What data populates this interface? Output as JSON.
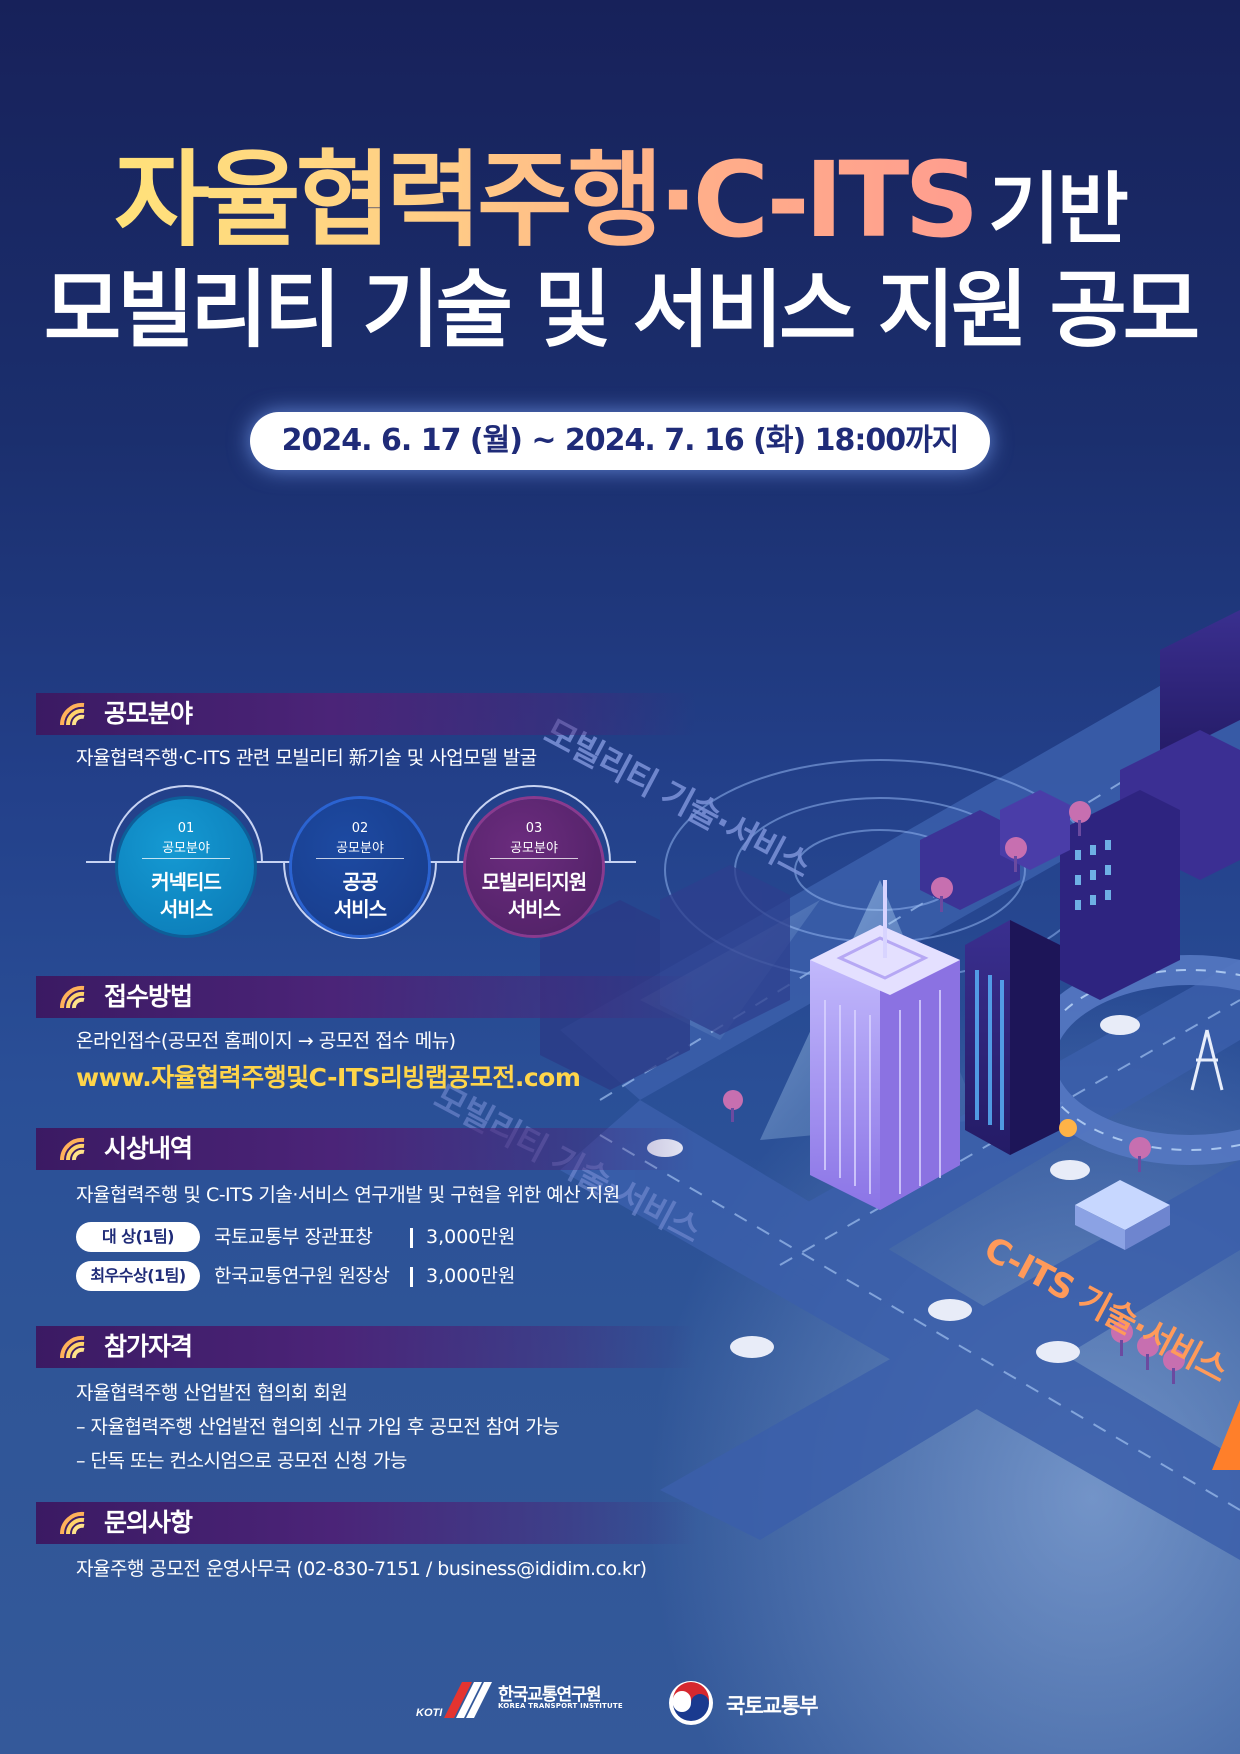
{
  "header": {
    "title_line1_highlight": "자율협력주행·C-ITS",
    "title_line1_rest": "기반",
    "title_line2": "모빌리티 기술 및 서비스 지원 공모",
    "period": "2024. 6. 17 (월) ~ 2024. 7. 16 (화)  18:00까지"
  },
  "illustration": {
    "label_top": "모빌리티 기술·서비스",
    "label_mid": "모빌리티 기술·서비스",
    "label_right": "C-ITS 기술·서비스",
    "colors": {
      "building_purple": "#7e6fd6",
      "road": "#3a5aa6",
      "accent_orange": "#ff8a3a"
    }
  },
  "sections": {
    "field": {
      "title": "공모분야",
      "desc": "자율협력주행·C-ITS 관련 모빌리티 新기술 및 사업모델 발굴",
      "items": [
        {
          "num": "01",
          "label": "공모분야",
          "name_line1": "커넥티드",
          "name_line2": "서비스"
        },
        {
          "num": "02",
          "label": "공모분야",
          "name_line1": "공공",
          "name_line2": "서비스"
        },
        {
          "num": "03",
          "label": "공모분야",
          "name_line1": "모빌리티지원",
          "name_line2": "서비스"
        }
      ]
    },
    "apply": {
      "title": "접수방법",
      "desc": "온라인접수(공모전 홈페이지 → 공모전 접수 메뉴)",
      "url": "www.자율협력주행및C-ITS리빙랩공모전.com"
    },
    "awards": {
      "title": "시상내역",
      "desc": "자율협력주행 및 C-ITS 기술·서비스 연구개발 및 구현을 위한 예산 지원",
      "rows": [
        {
          "grade": "대       상(1팀)",
          "name": "국토교통부 장관표창",
          "prize": "3,000만원"
        },
        {
          "grade": "최우수상(1팀)",
          "name": "한국교통연구원 원장상",
          "prize": "3,000만원"
        }
      ]
    },
    "eligibility": {
      "title": "참가자격",
      "line1": "자율협력주행 산업발전 협의회 회원",
      "line2": "–   자율협력주행 산업발전 협의회 신규 가입 후 공모전 참여 가능",
      "line3": "–   단독 또는 컨소시엄으로 공모전 신청 가능"
    },
    "contact": {
      "title": "문의사항",
      "desc": "자율주행 공모전 운영사무국 (02-830-7151 / business@ididim.co.kr)"
    }
  },
  "footer": {
    "koti_name": "한국교통연구원",
    "koti_sub": "KOREA TRANSPORT INSTITUTE",
    "koti_mark_text": "KOTI",
    "molit_name": "국토교통부"
  },
  "icons": {
    "section": "wifi-signal-icon"
  }
}
